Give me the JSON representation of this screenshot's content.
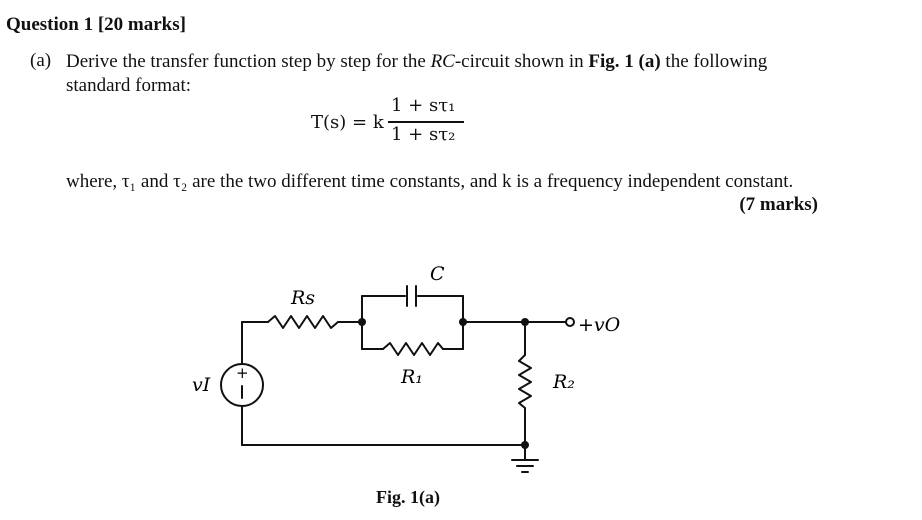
{
  "question": {
    "heading": "Question 1 [20 marks]"
  },
  "part_a": {
    "label": "(a)",
    "text_before": "Derive the transfer function step by step for the ",
    "circuit_name": "RC",
    "text_middle": "-circuit shown in ",
    "fig_ref": "Fig. 1 (a)",
    "text_after": " the following",
    "line2": "standard format:",
    "formula": {
      "lhs": "T(s) = k",
      "numerator": "1 + sτ₁",
      "denominator": "1 + sτ₂"
    },
    "where_text": "where, τ₁ and τ₂ are the two different time constants, and k is a frequency independent constant.",
    "marks": "(7 marks)"
  },
  "figure": {
    "caption": "Fig. 1(a)",
    "labels": {
      "rs": "Rs",
      "c": "C",
      "r1": "R₁",
      "r2": "R₂",
      "vi": "vI",
      "vo": "+vO",
      "plus": "+"
    }
  }
}
